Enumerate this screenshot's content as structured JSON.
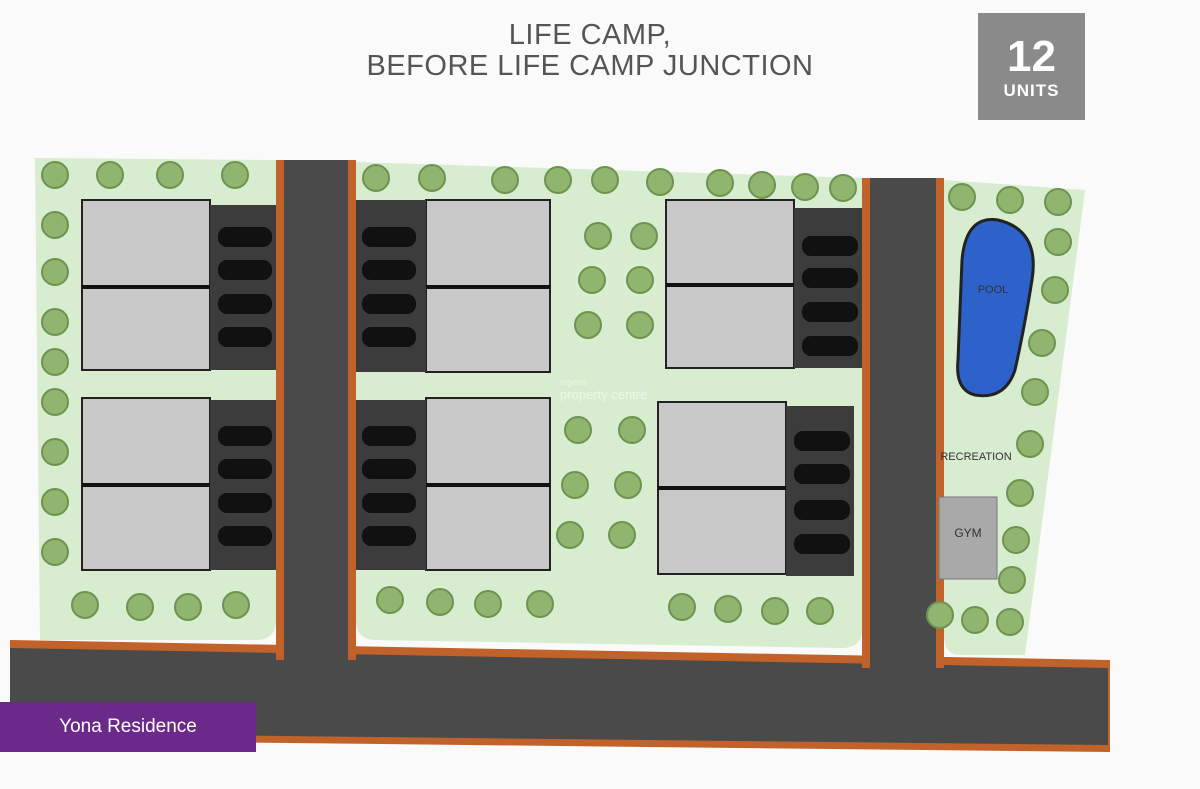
{
  "title": {
    "line1": "LIFE CAMP,",
    "line2": "BEFORE LIFE CAMP JUNCTION"
  },
  "badge": {
    "number": "12",
    "word": "UNITS"
  },
  "facilities": {
    "pool": "POOL",
    "recreation": "RECREATION",
    "gym": "GYM"
  },
  "banner": {
    "text": "Yona Residence"
  },
  "watermark": {
    "top": "nigeria",
    "bottom": "property centre"
  },
  "colors": {
    "lawn": "#d8ecd0",
    "road": "#4a4a4a",
    "curb": "#c0622a",
    "tree": "#8fb56f",
    "pool": "#2c62c9",
    "gym": "#a9a9a9",
    "building": "#c8c8c8",
    "parking": "#111111",
    "banner": "#6b2a8a"
  }
}
